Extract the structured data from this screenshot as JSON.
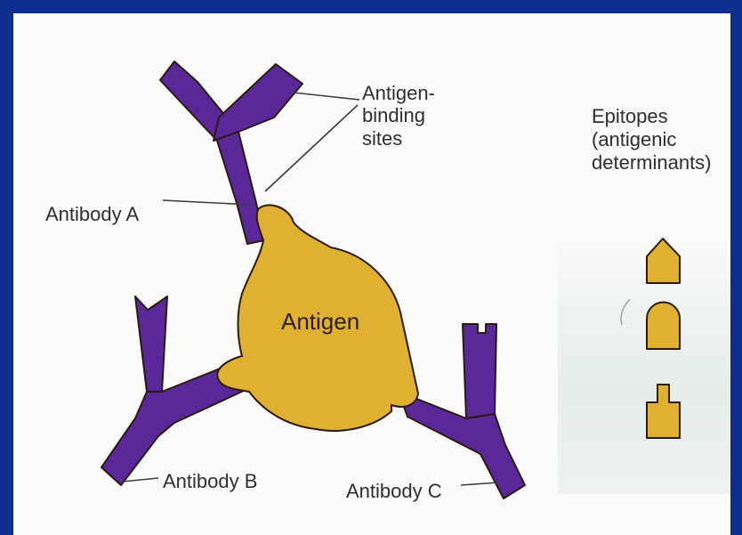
{
  "labels": {
    "antigen_binding_sites": "Antigen-\nbinding\nsites",
    "antibody_a": "Antibody A",
    "antibody_b": "Antibody B",
    "antibody_c": "Antibody C",
    "antigen": "Antigen",
    "epitopes": "Epitopes\n(antigenic\ndeterminants)"
  },
  "colors": {
    "antibody": "#5a2898",
    "antigen": "#e0b030",
    "outline": "#2a1a10",
    "label_text": "#2e2e2e",
    "border": "#0f2f8e"
  },
  "epitope_shapes": [
    "pointed-icon",
    "rounded-icon",
    "notched-icon"
  ]
}
